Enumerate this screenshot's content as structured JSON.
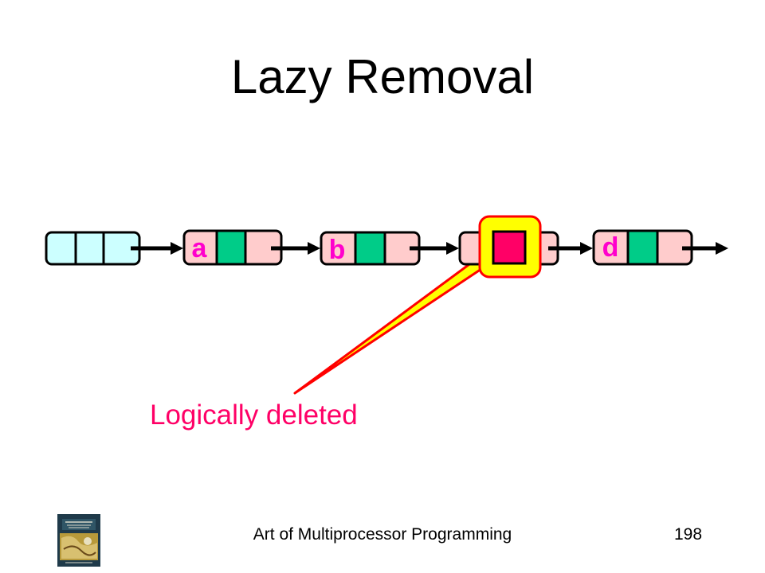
{
  "slide": {
    "title": "Lazy Removal",
    "callout": "Logically deleted",
    "footer": "Art of Multiprocessor Programming",
    "page_number": "198"
  },
  "list": {
    "nodes": [
      {
        "id": "head",
        "label": ""
      },
      {
        "id": "a",
        "label": "a"
      },
      {
        "id": "b",
        "label": "b"
      },
      {
        "id": "c",
        "label": ""
      },
      {
        "id": "d",
        "label": "d"
      }
    ]
  },
  "colors": {
    "head_fill": "#ccffff",
    "node_fill": "#ffcccc",
    "mark_clean": "#00cc88",
    "mark_deleted": "#ff0066",
    "highlight_fill": "#ffff00",
    "highlight_border": "#ff0000",
    "callout_text": "#ff0066",
    "label_text": "#ff00cc"
  },
  "icons": {
    "book_cover": "book-cover-icon"
  }
}
